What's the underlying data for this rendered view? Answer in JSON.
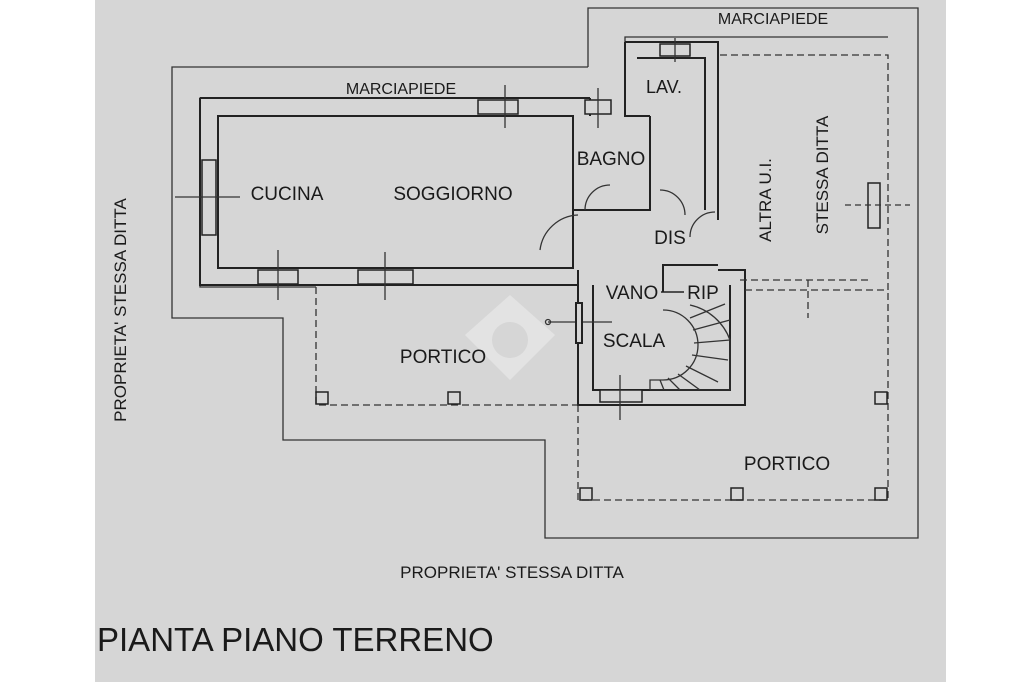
{
  "title": "PIANTA PIANO TERRENO",
  "labels": {
    "sidewalk_top": "MARCIAPIEDE",
    "sidewalk_left": "MARCIAPIEDE",
    "lav": "LAV.",
    "bagno": "BAGNO",
    "cucina": "CUCINA",
    "soggiorno": "SOGGIORNO",
    "dis": "DIS",
    "vano": "VANO",
    "rip": "RIP",
    "scala": "SCALA",
    "portico_left": "PORTICO",
    "portico_right": "PORTICO",
    "altra_ui": "ALTRA U.I.",
    "stessa_ditta": "STESSA DITTA",
    "property_left": "PROPRIETA' STESSA DITTA",
    "property_bottom": "PROPRIETA' STESSA DITTA"
  },
  "colors": {
    "paper": "#d6d6d6",
    "ink": "#1a1a1a"
  }
}
